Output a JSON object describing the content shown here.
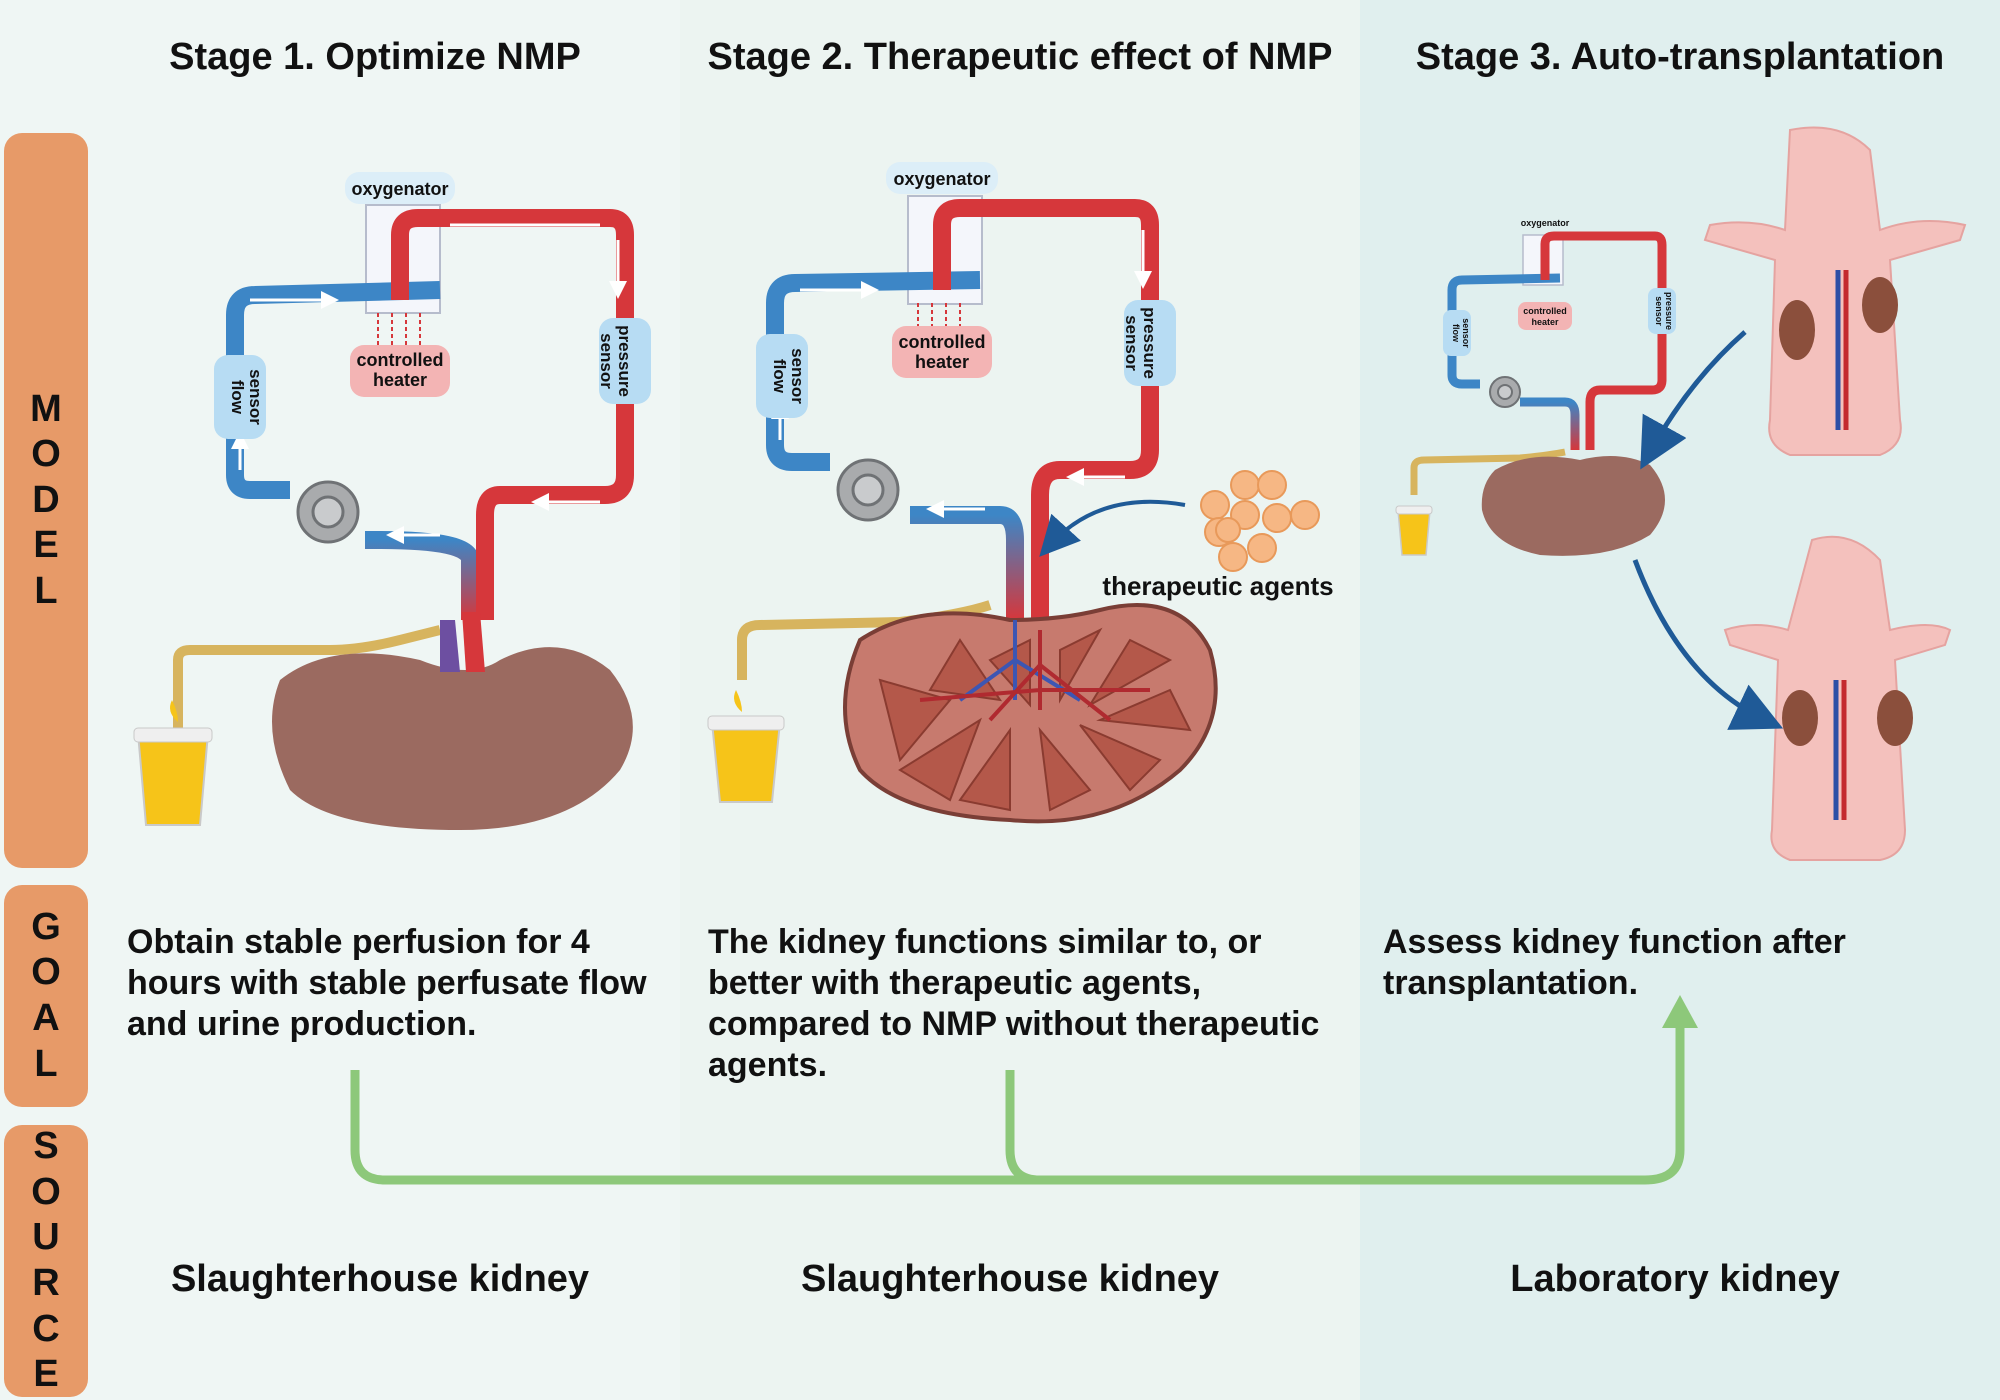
{
  "stages": [
    {
      "title": "Stage 1. Optimize NMP",
      "goal": "Obtain stable perfusion for 4 hours with stable perfusate flow and urine production.",
      "source": "Slaughterhouse kidney"
    },
    {
      "title": "Stage 2. Therapeutic effect of NMP",
      "goal": "The kidney functions similar to, or better with therapeutic agents, compared to NMP without therapeutic agents.",
      "source": "Slaughterhouse kidney"
    },
    {
      "title": "Stage 3. Auto-transplantation",
      "goal": "Assess kidney function after transplantation.",
      "source": "Laboratory kidney"
    }
  ],
  "side_labels": {
    "model": [
      "M",
      "O",
      "D",
      "E",
      "L"
    ],
    "goal": [
      "G",
      "O",
      "A",
      "L"
    ],
    "source": [
      "S",
      "O",
      "U",
      "R",
      "C",
      "E"
    ]
  },
  "circuit_labels": {
    "oxygenator": "oxygenator",
    "heater": [
      "controlled",
      "heater"
    ],
    "flow_sensor": [
      "flow",
      "sensor"
    ],
    "pressure_sensor": [
      "pressure",
      "sensor"
    ]
  },
  "therapeutic_agents": "therapeutic agents",
  "colors": {
    "arterial": "#d6373b",
    "venous": "#3d86c6",
    "urine": "#f6c419",
    "kidney": "#9b6a60",
    "arrow": "#1f5a97",
    "flow_arrow": "#8dc87a",
    "side_tab": "#e79a68"
  }
}
